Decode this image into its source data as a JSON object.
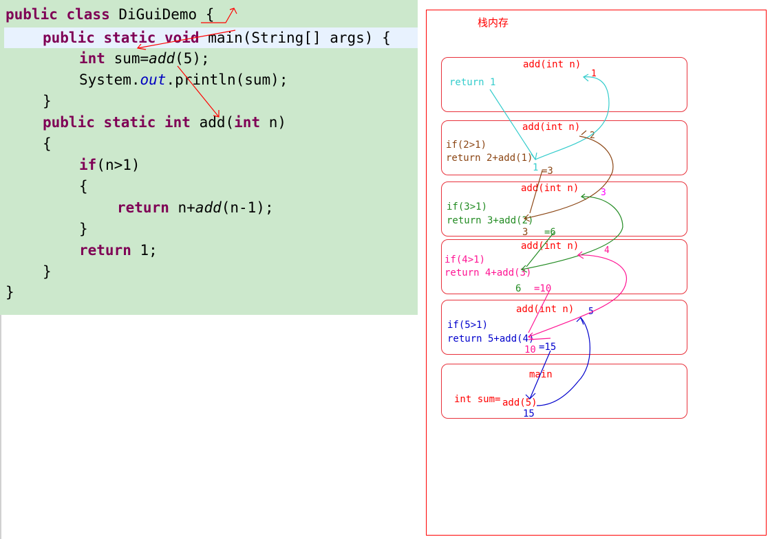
{
  "code": {
    "class_decl": {
      "kw": "public class",
      "rest": " DiGuiDemo {"
    },
    "main_decl": {
      "kw": "public static void",
      "rest": " main(String[] args) {"
    },
    "sum_line": {
      "kw": "int",
      "mid": " sum=",
      "call": "add",
      "rest": "(5);"
    },
    "print_line": {
      "pre": "System.",
      "field": "out",
      "rest": ".println(sum);"
    },
    "close_main": "}",
    "add_decl": {
      "kw1": "public static int",
      "mid": " add(",
      "kw2": "int",
      "rest": " n)"
    },
    "open_add": "{",
    "if_line": {
      "kw": "if",
      "rest": "(n>1)"
    },
    "open_if": "{",
    "return_rec": {
      "kw": "return",
      "mid": " n+",
      "call": "add",
      "rest": "(n-1);"
    },
    "close_if": "}",
    "return_one": {
      "kw": "return",
      "rest": " 1;"
    },
    "close_add": "}",
    "close_class": "}"
  },
  "stack": {
    "title": "栈内存",
    "frames": [
      {
        "name": "add(int n)",
        "arg": "1",
        "line1": "return 1",
        "line2": "",
        "result_a": "",
        "result_b": ""
      },
      {
        "name": "add(int n)",
        "arg": "2",
        "line1": "if(2>1)",
        "line2": "return 2+add(1)",
        "result_a": "1",
        "result_b": "=3"
      },
      {
        "name": "add(int n)",
        "arg": "3",
        "line1": "if(3>1)",
        "line2": "return 3+add(2)",
        "result_a": "3",
        "result_b": "=6"
      },
      {
        "name": "add(int n)",
        "arg": "4",
        "line1": "if(4>1)",
        "line2": "return 4+add(3)",
        "result_a": "6",
        "result_b": "=10"
      },
      {
        "name": "add(int n)",
        "arg": "5",
        "line1": "if(5>1)",
        "line2": "return 5+add(4)",
        "result_a": "10",
        "result_b": "=15"
      },
      {
        "name": "main",
        "arg": "",
        "line1": "int sum=",
        "line2": "add(5)",
        "result_a": "15",
        "result_b": ""
      }
    ]
  },
  "colors": {
    "frame1": "#33cccc",
    "frame2": "#8b4513",
    "frame3": "#228b22",
    "frame4": "#ff1493",
    "frame5": "#0000cc",
    "main": "#ff0000",
    "code_keyword": "#7f0055",
    "code_field": "#0000c0",
    "code_bg": "#cce8cc",
    "highlight": "#e8f2fe"
  }
}
